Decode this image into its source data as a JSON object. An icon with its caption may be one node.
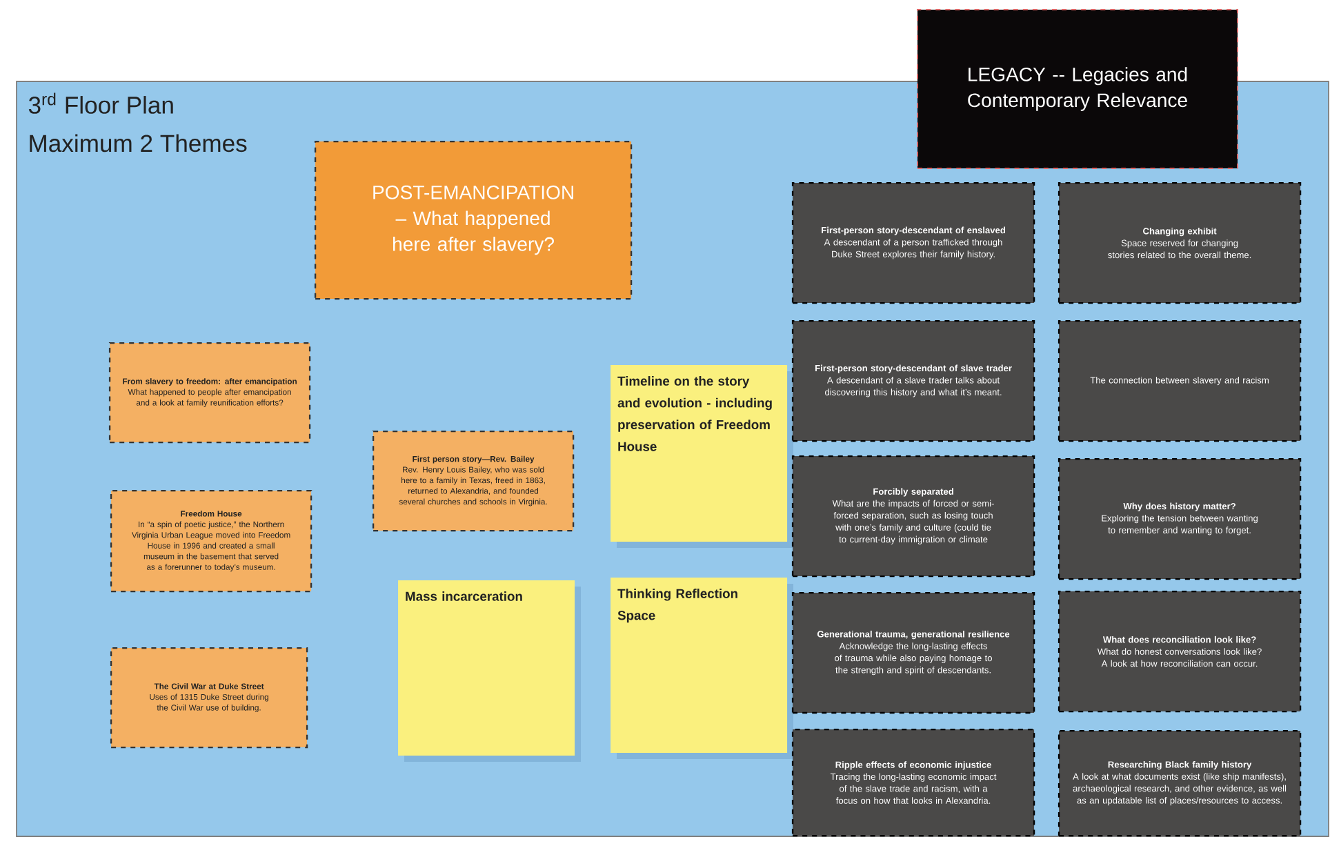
{
  "diagram": {
    "nodes": [
      {
        "text": [
          "3$^{rd}$ Floor Plan",
          "Maximum 2 Themes"
        ]
      },
      {
        "text": [
          "POST-EMANCIPATION – What happened here after slavery?"
        ],
        "in": 0
      },
      {
        "text": [
          "LEGACY -- Legacies and Contemporary Relevance"
        ]
      },
      {
        "text": [
          "From slavery to freedom: after emancipation",
          "What happened to people after emancipation and a look at family reunification efforts?"
        ],
        "in": 0
      },
      {
        "text": [
          "Timeline on the story and evolution - including preservation of Freedom House"
        ],
        "in": 0
      },
      {
        "text": [
          "First-person story-descendant of enslaved",
          "A descendant of a person trafficked through Duke Street explores their family history."
        ],
        "in": 0
      },
      {
        "text": [
          "Changing exhibit",
          "Space reserved for changing stories related to the overall theme."
        ],
        "in": 0
      },
      {
        "text": [
          "First-person story-descendant of slave trader",
          "A descendant of a slave trader talks about discovering this history and what it’s meant."
        ],
        "in": 0
      },
      {
        "text": [
          "The connection between slavery and racism"
        ],
        "in": 0
      },
      {
        "text": [
          "First person story—Rev. Bailey",
          "Rev. Henry Louis Bailey, who was sold here to a family in Texas, freed in 1863, returned to Alexandria, and founded several churches and schools in Virginia."
        ],
        "in": 0
      },
      {
        "text": [
          "Freedom House",
          "In “a spin of poetic justice,” the Northern Virginia Urban League moved into Freedom House in 1996 and created a small museum in the basement that served as a forerunner to today’s museum."
        ],
        "in": 0
      },
      {
        "text": [
          "Forcibly separated",
          "What are the impacts of forced or semi-forced separation, such as losing touch with one’s family and culture (could tie to current-day immigration or climate"
        ],
        "in": 0
      },
      {
        "text": [
          "Why does history matter?",
          "Exploring the tension between wanting to remember and wanting to forget."
        ],
        "in": 0
      },
      {
        "text": [
          "Mass incarceration"
        ],
        "in": 0
      },
      {
        "text": [
          "Thinking Reflection Space"
        ],
        "in": 0
      },
      {
        "text": [
          "Generational trauma, generational resilience",
          "Acknowledge the long-lasting effects of trauma while also paying homage to the strength and spirit of descendants."
        ],
        "in": 0
      },
      {
        "text": [
          "What does reconciliation look like?",
          "What do honest conversations look like? A look at how reconciliation can occur."
        ],
        "in": 0
      },
      {
        "text": [
          "The Civil War at Duke Street",
          "Uses of 1315 Duke Street during the Civil War use of building."
        ],
        "in": 0
      },
      {
        "text": [
          "Ripple effects of economic injustice",
          "Tracing the long-lasting economic impact of the slave trade and racism, with a focus on how that looks in Alexandria."
        ],
        "in": 0
      },
      {
        "text": [
          "Researching Black family history",
          "A look at what documents exist (like ship manifests), archaeological research, and other evidence, as well as an updatable list of places/resources to access."
        ],
        "in": 0
      }
    ]
  }
}
